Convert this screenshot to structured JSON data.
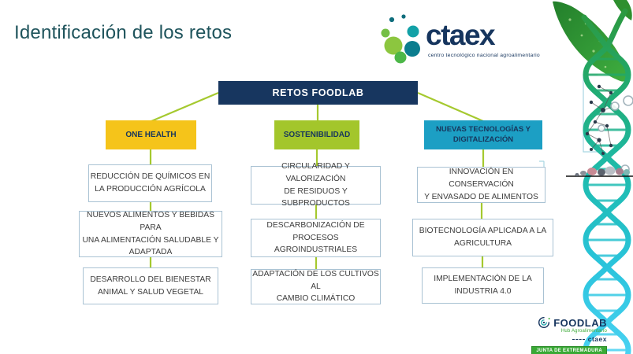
{
  "title": "Identificación de los retos",
  "ctaex_logo": {
    "wordmark": "ctaex",
    "tagline": "centro tecnológico nacional agroalimentario"
  },
  "diagram": {
    "root": "RETOS FOODLAB",
    "columns": [
      {
        "header": "ONE HEALTH",
        "color": "#F5C41A",
        "items": [
          "REDUCCIÓN DE QUÍMICOS EN\nLA PRODUCCIÓN AGRÍCOLA",
          "NUEVOS ALIMENTOS Y BEBIDAS PARA\nUNA ALIMENTACIÓN SALUDABLE Y\nADAPTADA",
          "DESARROLLO DEL BIENESTAR\nANIMAL Y SALUD VEGETAL"
        ]
      },
      {
        "header": "SOSTENIBILIDAD",
        "color": "#A3C62B",
        "items": [
          "CIRCULARIDAD Y VALORIZACIÓN\nDE RESIDUOS Y SUBPRODUCTOS",
          "DESCARBONIZACIÓN DE\nPROCESOS AGROINDUSTRIALES",
          "ADAPTACIÓN DE LOS CULTIVOS AL\nCAMBIO CLIMÁTICO"
        ]
      },
      {
        "header": "NUEVAS TECNOLOGÍAS Y\nDIGITALIZACIÓN",
        "color": "#1C9FC4",
        "items": [
          "INNOVACIÓN EN CONSERVACIÓN\nY ENVASADO DE ALIMENTOS",
          "BIOTECNOLOGÍA APLICADA A LA\nAGRICULTURA",
          "IMPLEMENTACIÓN DE LA\nINDUSTRIA 4.0"
        ]
      }
    ]
  },
  "footer_logo": {
    "name": "FOODLAB",
    "subtitle": "Hub Agroalimentario",
    "partner": "ctaex",
    "banner": "JUNTA DE EXTREMADURA"
  },
  "colors": {
    "root_box": "#17365F",
    "connector": "#A5C92F",
    "title_text": "#1F545C",
    "item_border": "#A9C2D3",
    "item_text": "#3D3D3D",
    "one_health": "#F5C41A",
    "sostenibilidad": "#A3C62B",
    "nuevas_tecnologias": "#1C9FC4",
    "footer_green": "#39A935"
  }
}
